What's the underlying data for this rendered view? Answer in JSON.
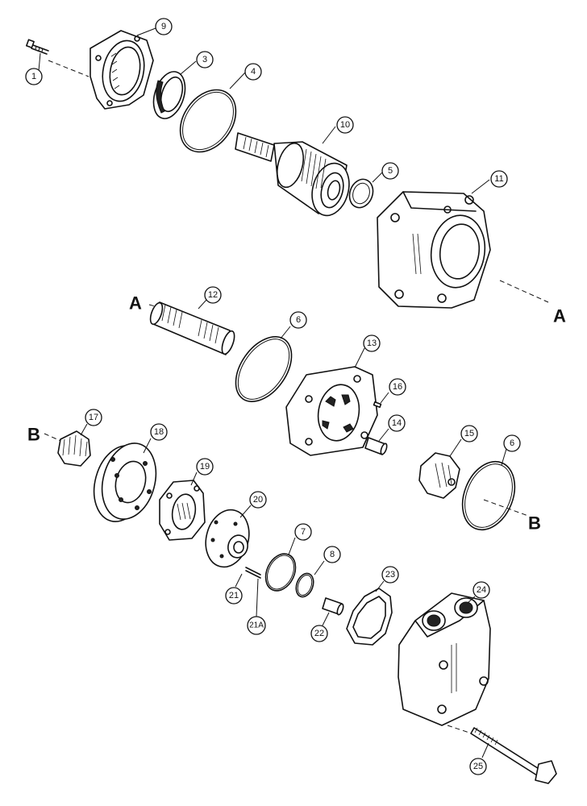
{
  "reference_letters": {
    "a": "A",
    "b": "B"
  },
  "callouts": {
    "c1": "1",
    "c3": "3",
    "c4": "4",
    "c5": "5",
    "c6a": "6",
    "c6b": "6",
    "c7": "7",
    "c8": "8",
    "c9": "9",
    "c10": "10",
    "c11": "11",
    "c12": "12",
    "c13": "13",
    "c14": "14",
    "c15": "15",
    "c16": "16",
    "c17": "17",
    "c18": "18",
    "c19": "19",
    "c20": "20",
    "c21": "21",
    "c21a": "21A",
    "c22": "22",
    "c23": "23",
    "c24": "24",
    "c25": "25"
  }
}
